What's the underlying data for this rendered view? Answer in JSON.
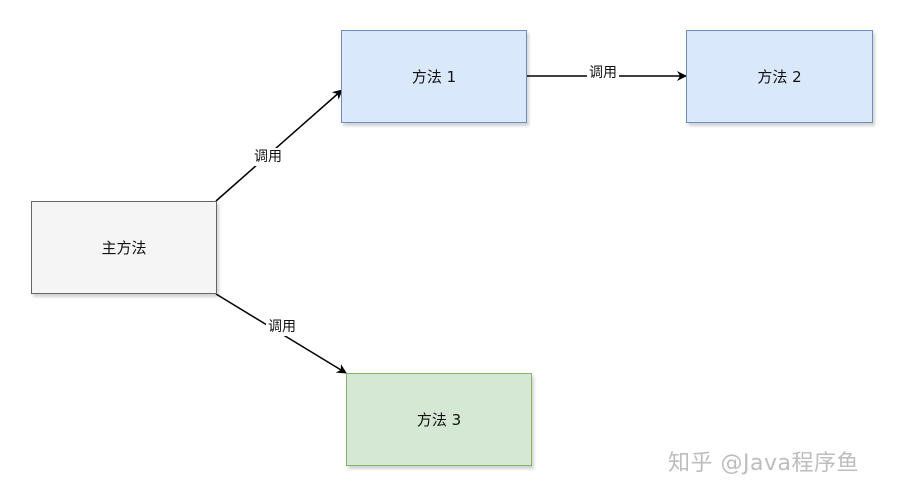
{
  "nodes": {
    "main": {
      "label": "主方法",
      "fill": "#f5f5f5",
      "stroke": "#666666"
    },
    "method1": {
      "label": "方法 1",
      "fill": "#dae8fc",
      "stroke": "#6c8ebf"
    },
    "method2": {
      "label": "方法 2",
      "fill": "#dae8fc",
      "stroke": "#6c8ebf"
    },
    "method3": {
      "label": "方法 3",
      "fill": "#d5e8d4",
      "stroke": "#82b366"
    }
  },
  "edges": {
    "main_to_method1": {
      "label": "调用"
    },
    "method1_to_method2": {
      "label": "调用"
    },
    "main_to_method3": {
      "label": "调用"
    }
  },
  "watermark": {
    "text": "知乎 @Java程序鱼"
  }
}
